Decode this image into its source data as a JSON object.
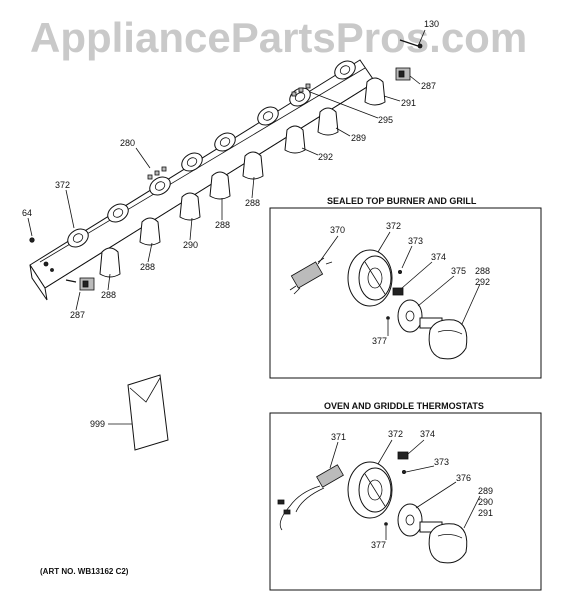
{
  "watermark": "AppliancePartsPros.com",
  "art_number": "(ART NO. WB13162 C2)",
  "sections": {
    "sealed_top": "SEALED TOP BURNER AND GRILL",
    "oven_griddle": "OVEN AND GRIDDLE THERMOSTATS"
  },
  "callouts": {
    "main": [
      "130",
      "287",
      "291",
      "295",
      "289",
      "292",
      "280",
      "372",
      "64",
      "288",
      "290",
      "288",
      "288",
      "287",
      "288",
      "999"
    ],
    "sealed": [
      "370",
      "372",
      "373",
      "374",
      "375",
      "288",
      "292",
      "377"
    ],
    "oven": [
      "371",
      "372",
      "374",
      "373",
      "376",
      "289",
      "290",
      "291",
      "377"
    ]
  }
}
